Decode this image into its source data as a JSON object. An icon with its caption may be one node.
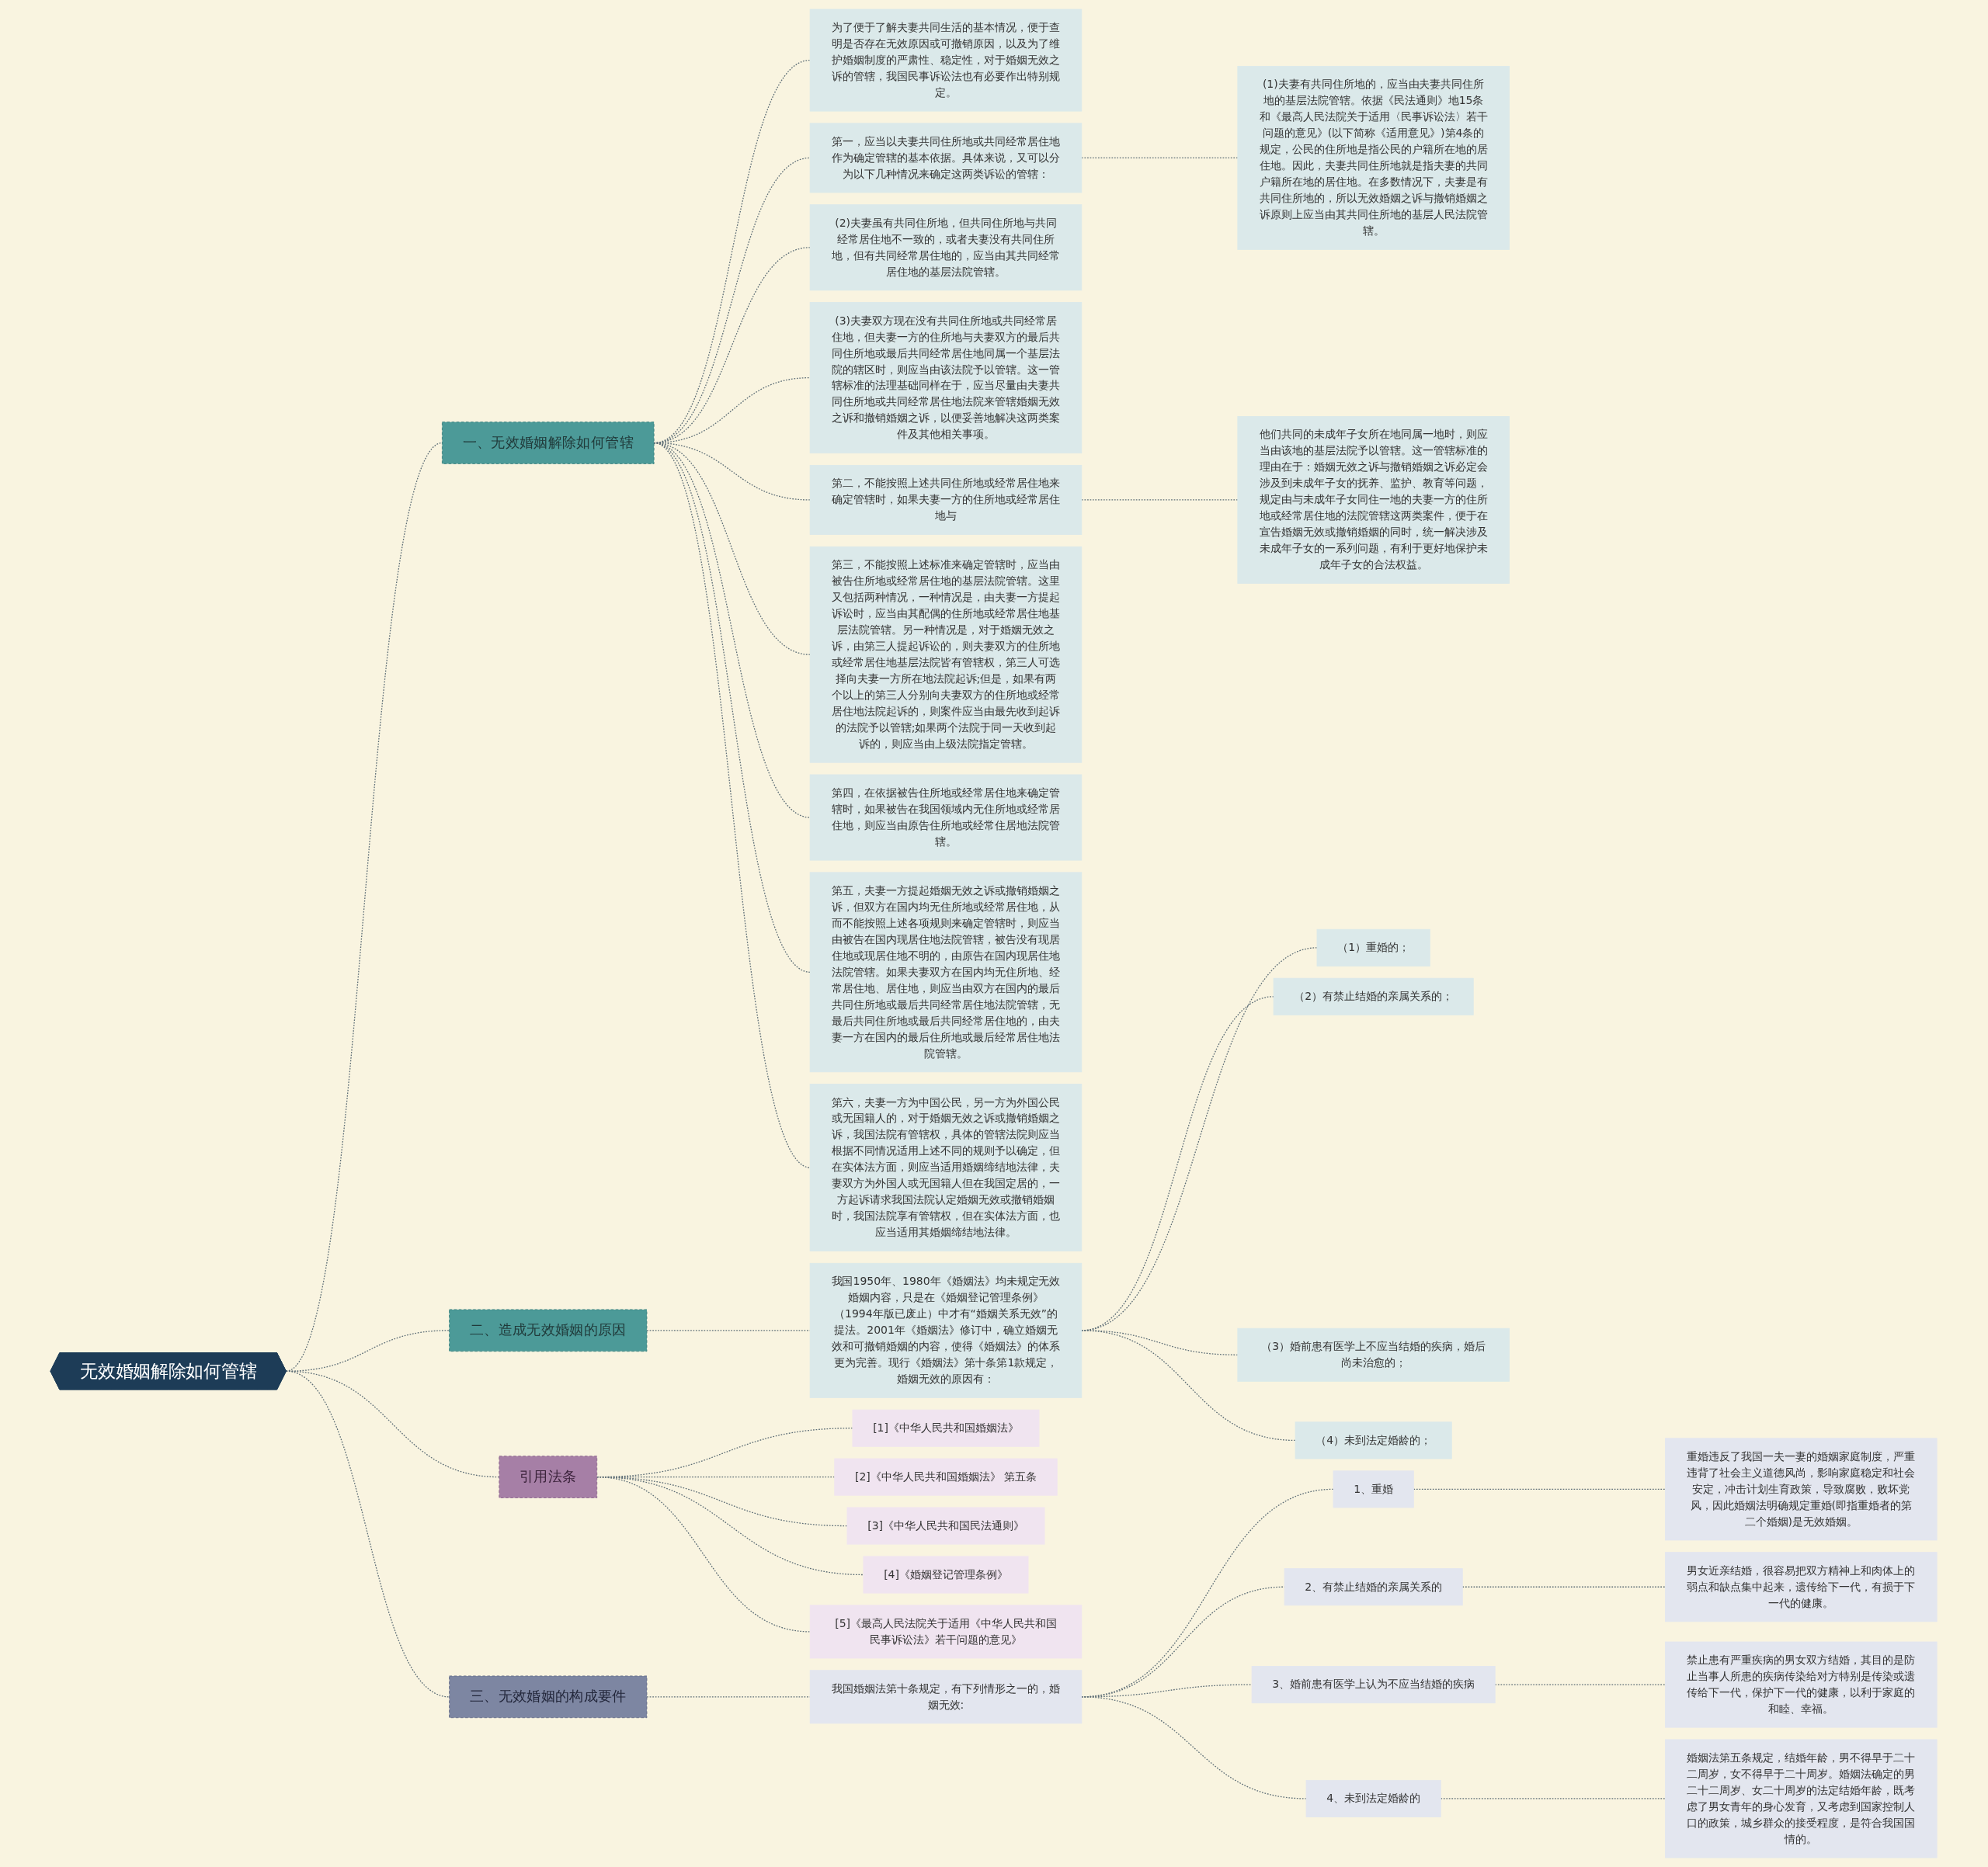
{
  "diagram": {
    "nodes": [
      {
        "text": [
          "无效婚姻解除如何管辖"
        ]
      },
      {
        "text": [
          "一、无效婚姻解除如何管辖"
        ]
      },
      {
        "text": [
          "为了便于了解夫妻共同生活的基本情况，便于查明是否存在无效原因或可撤销原因，以及为了维护婚姻制度的严肃性、稳定性，对于婚姻无效之诉的管辖，我国民事诉讼法也有必要作出特别规定。"
        ]
      },
      {
        "text": [
          "第一，应当以夫妻共同住所地或共同经常居住地作为确定管辖的基本依据。具体来说，又可以分为以下几种情况来确定这两类诉讼的管辖："
        ]
      },
      {
        "text": [
          "(1)夫妻有共同住所地的，应当由夫妻共同住所地的基层法院管辖。依据《民法通则》地15条和《最高人民法院关于适用〈民事诉讼法〉若干问题的意见》(以下简称《适用意见》)第4条的规定，公民的住所地是指公民的户籍所在地的居住地。因此，夫妻共同住所地就是指夫妻的共同户籍所在地的居住地。在多数情况下，夫妻是有共同住所地的，所以无效婚姻之诉与撤销婚姻之诉原则上应当由其共同住所地的基层人民法院管辖。"
        ]
      },
      {
        "text": [
          "(2)夫妻虽有共同住所地，但共同住所地与共同经常居住地不一致的，或者夫妻没有共同住所地，但有共同经常居住地的，应当由其共同经常居住地的基层法院管辖。"
        ]
      },
      {
        "text": [
          "(3)夫妻双方现在没有共同住所地或共同经常居住地，但夫妻一方的住所地与夫妻双方的最后共同住所地或最后共同经常居住地同属一个基层法院的辖区时，则应当由该法院予以管辖。这一管辖标准的法理基础同样在于，应当尽量由夫妻共同住所地或共同经常居住地法院来管辖婚姻无效之诉和撤销婚姻之诉，以便妥善地解决这两类案件及其他相关事项。"
        ]
      },
      {
        "text": [
          "第二，不能按照上述共同住所地或经常居住地来确定管辖时，如果夫妻一方的住所地或经常居住地与"
        ]
      },
      {
        "text": [
          "他们共同的未成年子女所在地同属一地时，则应当由该地的基层法院予以管辖。这一管辖标准的理由在于：婚姻无效之诉与撤销婚姻之诉必定会涉及到未成年子女的抚养、监护、教育等问题，规定由与未成年子女同住一地的夫妻一方的住所地或经常居住地的法院管辖这两类案件，便于在宣告婚姻无效或撤销婚姻的同时，统一解决涉及未成年子女的一系列问题，有利于更好地保护未成年子女的合法权益。"
        ]
      },
      {
        "text": [
          "第三，不能按照上述标准来确定管辖时，应当由被告住所地或经常居住地的基层法院管辖。这里又包括两种情况，一种情况是，由夫妻一方提起诉讼时，应当由其配偶的住所地或经常居住地基层法院管辖。另一种情况是，对于婚姻无效之诉，由第三人提起诉讼的，则夫妻双方的住所地或经常居住地基层法院皆有管辖权，第三人可选择向夫妻一方所在地法院起诉;但是，如果有两个以上的第三人分别向夫妻双方的住所地或经常居住地法院起诉的，则案件应当由最先收到起诉的法院予以管辖;如果两个法院于同一天收到起诉的，则应当由上级法院指定管辖。"
        ]
      },
      {
        "text": [
          "第四，在依据被告住所地或经常居住地来确定管辖时，如果被告在我国领域内无住所地或经常居住地，则应当由原告住所地或经常住居地法院管辖。"
        ]
      },
      {
        "text": [
          "第五，夫妻一方提起婚姻无效之诉或撤销婚姻之诉，但双方在国内均无住所地或经常居住地，从而不能按照上述各项规则来确定管辖时，则应当由被告在国内现居住地法院管辖，被告没有现居住地或现居住地不明的，由原告在国内现居住地法院管辖。如果夫妻双方在国内均无住所地、经常居住地、居住地，则应当由双方在国内的最后共同住所地或最后共同经常居住地法院管辖，无最后共同住所地或最后共同经常居住地的，由夫妻一方在国内的最后住所地或最后经常居住地法院管辖。"
        ]
      },
      {
        "text": [
          "第六，夫妻一方为中国公民，另一方为外国公民或无国籍人的，对于婚姻无效之诉或撤销婚姻之诉，我国法院有管辖权，具体的管辖法院则应当根据不同情况适用上述不同的规则予以确定，但在实体法方面，则应当适用婚姻缔结地法律，夫妻双方为外国人或无国籍人但在我国定居的，一方起诉请求我国法院认定婚姻无效或撤销婚姻时，我国法院享有管辖权，但在实体法方面，也应当适用其婚姻缔结地法律。"
        ]
      },
      {
        "text": [
          "二、造成无效婚姻的原因"
        ]
      },
      {
        "text": [
          "我国1950年、1980年《婚姻法》均未规定无效婚姻内容，只是在《婚姻登记管理条例》（1994年版已废止）中才有“婚姻关系无效”的提法。2001年《婚姻法》修订中，确立婚姻无效和可撤销婚姻的内容，使得《婚姻法》的体系更为完善。现行《婚姻法》第十条第1款规定，婚姻无效的原因有："
        ]
      },
      {
        "text": [
          "（1）重婚的；"
        ]
      },
      {
        "text": [
          "（2）有禁止结婚的亲属关系的；"
        ]
      },
      {
        "text": [
          "（3）婚前患有医学上不应当结婚的疾病，婚后尚未治愈的；"
        ]
      },
      {
        "text": [
          "（4）未到法定婚龄的；"
        ]
      },
      {
        "text": [
          "引用法条"
        ]
      },
      {
        "text": [
          "[1]《中华人民共和国婚姻法》"
        ]
      },
      {
        "text": [
          "[2]《中华人民共和国婚姻法》 第五条"
        ]
      },
      {
        "text": [
          "[3]《中华人民共和国民法通则》"
        ]
      },
      {
        "text": [
          "[4]《婚姻登记管理条例》"
        ]
      },
      {
        "text": [
          "[5]《最高人民法院关于适用《中华人民共和国民事诉讼法》若干问题的意见》"
        ]
      },
      {
        "text": [
          "三、无效婚姻的构成要件"
        ]
      },
      {
        "text": [
          "我国婚姻法第十条规定，有下列情形之一的，婚姻无效:"
        ]
      },
      {
        "text": [
          "1、重婚"
        ]
      },
      {
        "text": [
          "重婚违反了我国一夫一妻的婚姻家庭制度，严重违背了社会主义道德风尚，影响家庭稳定和社会安定，冲击计划生育政策，导致腐败，败坏党风，因此婚姻法明确规定重婚(即指重婚者的第二个婚姻)是无效婚姻。"
        ]
      },
      {
        "text": [
          "2、有禁止结婚的亲属关系的"
        ]
      },
      {
        "text": [
          "男女近亲结婚，很容易把双方精神上和肉体上的弱点和缺点集中起来，遗传给下一代，有损于下一代的健康。"
        ]
      },
      {
        "text": [
          "3、婚前患有医学上认为不应当结婚的疾病"
        ]
      },
      {
        "text": [
          "禁止患有严重疾病的男女双方结婚，其目的是防止当事人所患的疾病传染给对方特别是传染或遗传给下一代，保护下一代的健康，以利于家庭的和睦、幸福。"
        ]
      },
      {
        "text": [
          "4、未到法定婚龄的"
        ]
      },
      {
        "text": [
          "婚姻法第五条规定，结婚年龄，男不得早于二十二周岁，女不得早于二十周岁。婚姻法确定的男二十二周岁、女二十周岁的法定结婚年龄，既考虑了男女青年的身心发育，又考虑到国家控制人口的政策，城乡群众的接受程度，是符合我国国情的。"
        ]
      }
    ],
    "edges": [
      {
        "from": 0,
        "to": 1,
        "arrow": "none",
        "style": "dashed"
      },
      {
        "from": 1,
        "to": 2,
        "arrow": "none",
        "style": "dashed"
      },
      {
        "from": 1,
        "to": 3,
        "arrow": "none",
        "style": "dashed"
      },
      {
        "from": 3,
        "to": 4,
        "arrow": "none",
        "style": "dashed"
      },
      {
        "from": 1,
        "to": 5,
        "arrow": "none",
        "style": "dashed"
      },
      {
        "from": 1,
        "to": 6,
        "arrow": "none",
        "style": "dashed"
      },
      {
        "from": 1,
        "to": 7,
        "arrow": "none",
        "style": "dashed"
      },
      {
        "from": 7,
        "to": 8,
        "arrow": "none",
        "style": "dashed"
      },
      {
        "from": 1,
        "to": 9,
        "arrow": "none",
        "style": "dashed"
      },
      {
        "from": 1,
        "to": 10,
        "arrow": "none",
        "style": "dashed"
      },
      {
        "from": 1,
        "to": 11,
        "arrow": "none",
        "style": "dashed"
      },
      {
        "from": 1,
        "to": 12,
        "arrow": "none",
        "style": "dashed"
      },
      {
        "from": 0,
        "to": 13,
        "arrow": "none",
        "style": "dashed"
      },
      {
        "from": 13,
        "to": 14,
        "arrow": "none",
        "style": "dashed"
      },
      {
        "from": 14,
        "to": 15,
        "arrow": "none",
        "style": "dashed"
      },
      {
        "from": 14,
        "to": 16,
        "arrow": "none",
        "style": "dashed"
      },
      {
        "from": 14,
        "to": 17,
        "arrow": "none",
        "style": "dashed"
      },
      {
        "from": 14,
        "to": 18,
        "arrow": "none",
        "style": "dashed"
      },
      {
        "from": 0,
        "to": 19,
        "arrow": "none",
        "style": "dashed"
      },
      {
        "from": 19,
        "to": 20,
        "arrow": "none",
        "style": "dashed"
      },
      {
        "from": 19,
        "to": 21,
        "arrow": "none",
        "style": "dashed"
      },
      {
        "from": 19,
        "to": 22,
        "arrow": "none",
        "style": "dashed"
      },
      {
        "from": 19,
        "to": 23,
        "arrow": "none",
        "style": "dashed"
      },
      {
        "from": 19,
        "to": 24,
        "arrow": "none",
        "style": "dashed"
      },
      {
        "from": 0,
        "to": 25,
        "arrow": "none",
        "style": "dashed"
      },
      {
        "from": 25,
        "to": 26,
        "arrow": "none",
        "style": "dashed"
      },
      {
        "from": 26,
        "to": 27,
        "arrow": "none",
        "style": "dashed"
      },
      {
        "from": 27,
        "to": 28,
        "arrow": "none",
        "style": "dashed"
      },
      {
        "from": 26,
        "to": 29,
        "arrow": "none",
        "style": "dashed"
      },
      {
        "from": 29,
        "to": 30,
        "arrow": "none",
        "style": "dashed"
      },
      {
        "from": 26,
        "to": 31,
        "arrow": "none",
        "style": "dashed"
      },
      {
        "from": 31,
        "to": 32,
        "arrow": "none",
        "style": "dashed"
      },
      {
        "from": 26,
        "to": 33,
        "arrow": "none",
        "style": "dashed"
      },
      {
        "from": 33,
        "to": 34,
        "arrow": "none",
        "style": "dashed"
      }
    ]
  }
}
